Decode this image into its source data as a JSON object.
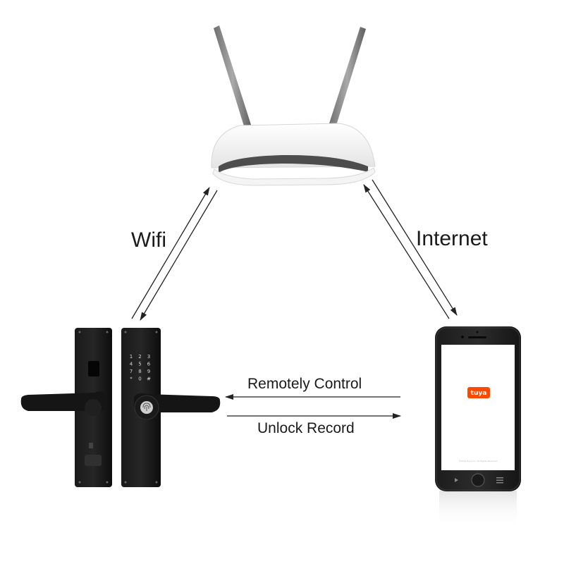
{
  "labels": {
    "wifi": "Wifi",
    "internet": "Internet",
    "remote_control": "Remotely Control",
    "unlock_record": "Unlock Record"
  },
  "lock": {
    "keypad": [
      "1",
      "2",
      "3",
      "4",
      "5",
      "6",
      "7",
      "8",
      "9",
      "*",
      "0",
      "#"
    ]
  },
  "phone": {
    "app_logo": "tuya",
    "footer": "©2019 Tuya Inc. All Rights Reserved"
  },
  "colors": {
    "arrow": "#222222",
    "lock_body": "#111111",
    "router_body": "#f2f2f2",
    "tuya_brand": "#ff4800"
  },
  "icons": {
    "router": "wifi-router-icon",
    "lock": "smart-door-lock-icon",
    "phone": "smartphone-icon",
    "fingerprint": "fingerprint-icon"
  }
}
